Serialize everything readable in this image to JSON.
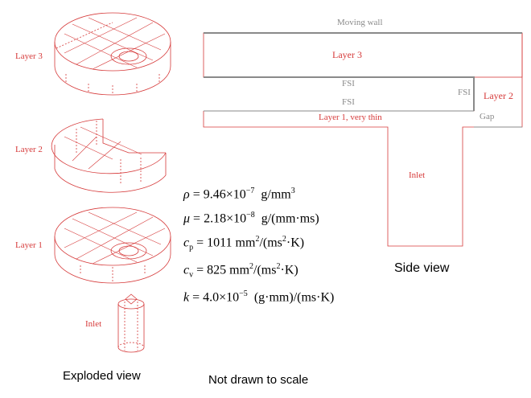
{
  "exploded": {
    "layer3_label": "Layer 3",
    "layer2_label": "Layer 2",
    "layer1_label": "Layer 1",
    "inlet_label": "Inlet",
    "caption": "Exploded view"
  },
  "side": {
    "moving_wall": "Moving wall",
    "layer3": "Layer 3",
    "fsi_top": "FSI",
    "fsi_bottom": "FSI",
    "fsi_right": "FSI",
    "layer2": "Layer 2",
    "gap": "Gap",
    "layer1": "Layer 1, very thin",
    "inlet": "Inlet",
    "caption": "Side view"
  },
  "properties": {
    "rho": {
      "symbol": "ρ",
      "value": "9.46×10",
      "exp": "−7",
      "unit": "g/mm",
      "unit_exp": "3"
    },
    "mu": {
      "symbol": "μ",
      "value": "2.18×10",
      "exp": "−8",
      "unit": "g/(mm·ms)"
    },
    "cp": {
      "symbol": "c",
      "sub": "p",
      "value": "1011 mm",
      "exp": "2",
      "unit_a": "/(ms",
      "unit_exp": "2",
      "unit_b": "·K)"
    },
    "cv": {
      "symbol": "c",
      "sub": "v",
      "value": "825 mm",
      "exp": "2",
      "unit_a": "/(ms",
      "unit_exp": "2",
      "unit_b": "·K)"
    },
    "k": {
      "symbol": "k",
      "value": "4.0×10",
      "exp": "−5",
      "unit": " (g·mm)/(ms·K)"
    }
  },
  "note": "Not drawn to scale",
  "colors": {
    "red": "#d63a3a",
    "gray": "#8a8a8a"
  }
}
